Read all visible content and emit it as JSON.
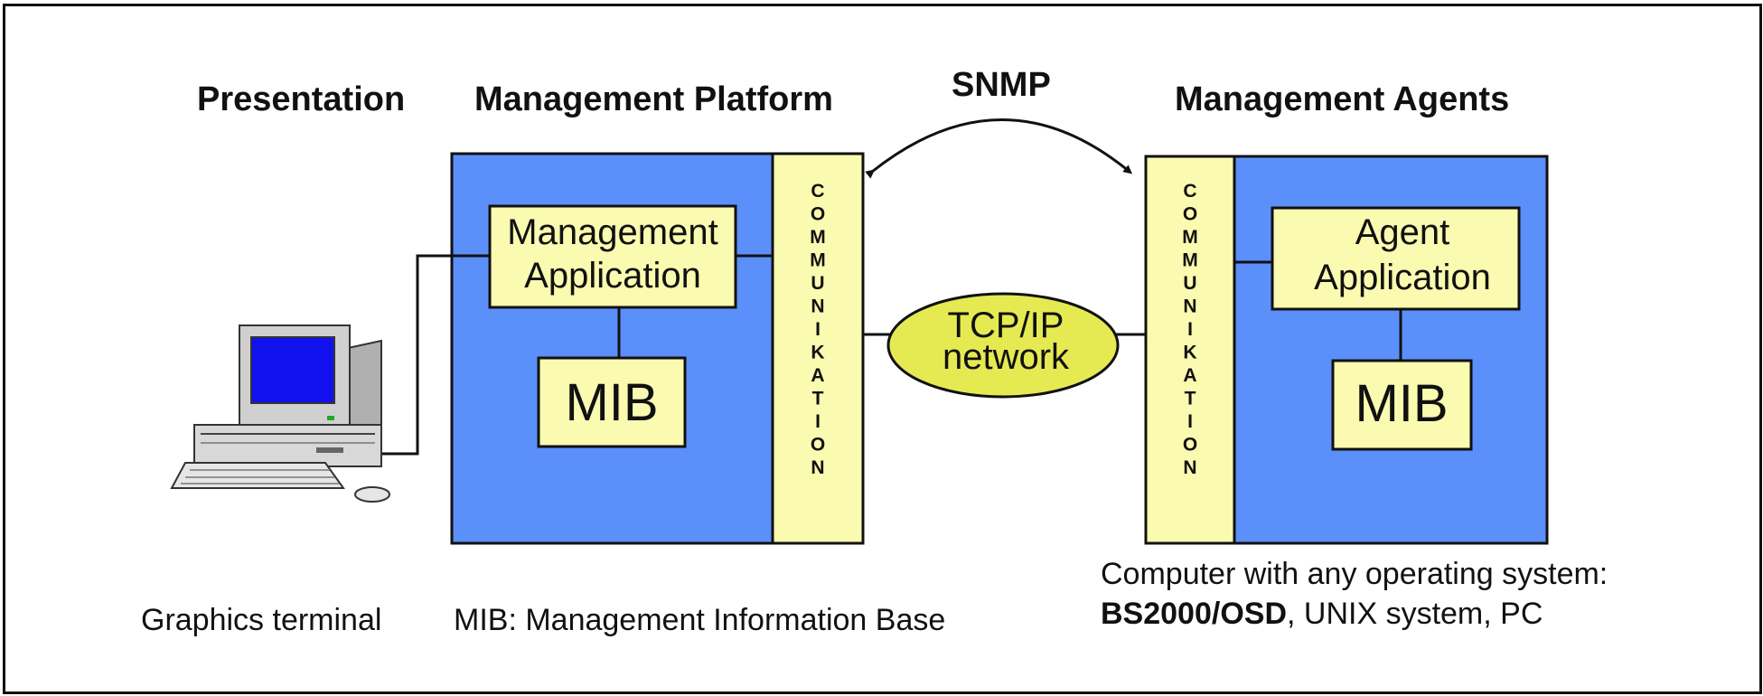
{
  "headers": {
    "presentation": "Presentation",
    "platform": "Management Platform",
    "snmp": "SNMP",
    "agents": "Management Agents"
  },
  "management_application": {
    "line1": "Management",
    "line2": "Application"
  },
  "agent_application": {
    "line1": "Agent",
    "line2": "Application"
  },
  "mib_label": "MIB",
  "communication_letters": [
    "C",
    "O",
    "M",
    "M",
    "U",
    "N",
    "I",
    "K",
    "A",
    "T",
    "I",
    "O",
    "N"
  ],
  "network": {
    "line1": "TCP/IP",
    "line2": "network"
  },
  "captions": {
    "terminal": "Graphics terminal",
    "mib_legend": "MIB: Management Information Base",
    "computer_line1": "Computer with any operating system:",
    "computer_bold": "BS2000/OSD",
    "computer_rest": ", UNIX system, PC"
  },
  "colors": {
    "platform_blue": "#5b8ff9",
    "box_yellow": "#fafab0",
    "ellipse_yellow": "#e6ea52",
    "screen_blue": "#1111ee",
    "outline": "#111111"
  }
}
